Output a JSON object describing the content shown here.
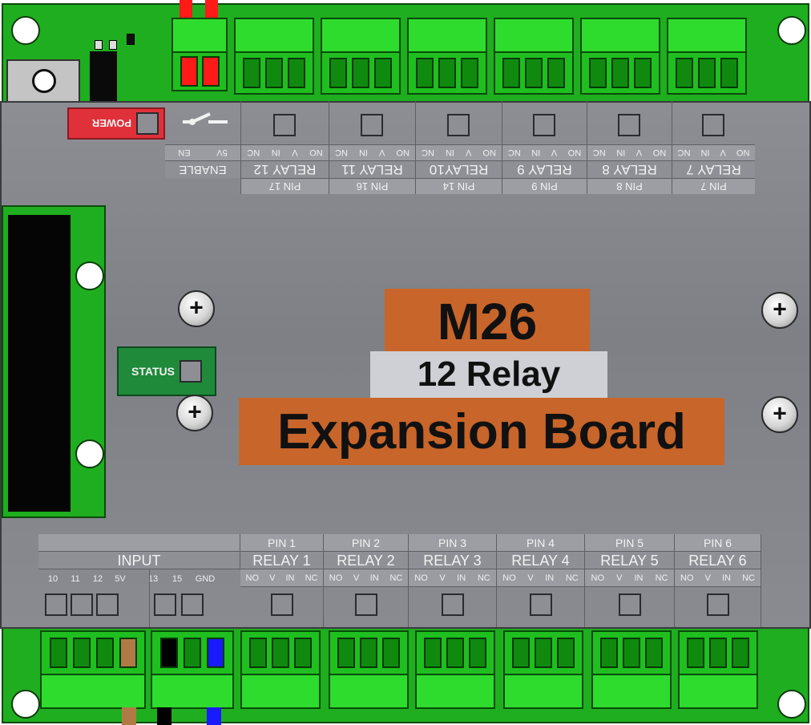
{
  "title_main": "M26",
  "title_sub": "12 Relay",
  "title_board": "Expansion Board",
  "power_label": "POWER",
  "status_label": "STATUS",
  "input_label": "INPUT",
  "enable_label": "ENABLE",
  "enable_pins": [
    "EN",
    "5V"
  ],
  "input_pins": [
    "10",
    "11",
    "12",
    "5V",
    "13",
    "15",
    "GND"
  ],
  "contact_labels": [
    "NO",
    "V",
    "IN",
    "NC"
  ],
  "bottom_relays": [
    {
      "pin": "PIN 1",
      "relay": "RELAY 1"
    },
    {
      "pin": "PIN 2",
      "relay": "RELAY 2"
    },
    {
      "pin": "PIN 3",
      "relay": "RELAY 3"
    },
    {
      "pin": "PIN 4",
      "relay": "RELAY 4"
    },
    {
      "pin": "PIN 5",
      "relay": "RELAY 5"
    },
    {
      "pin": "PIN 6",
      "relay": "RELAY 6"
    }
  ],
  "top_relays": [
    {
      "pin": "PIN 17",
      "relay": "RELAY 12"
    },
    {
      "pin": "PIN 16",
      "relay": "RELAY 11"
    },
    {
      "pin": "PIN 14",
      "relay": "RELAY10"
    },
    {
      "pin": "PIN 9",
      "relay": "RELAY 9"
    },
    {
      "pin": "PIN 8",
      "relay": "RELAY 8"
    },
    {
      "pin": "PIN 7",
      "relay": "RELAY 7"
    }
  ],
  "colors": {
    "pcb": "#1fae1f",
    "panel": "#85878c",
    "accent_orange": "#c8652a",
    "power_red": "#e0313b",
    "status_green": "#1f8a3a",
    "wire_red": "#ff1a1a",
    "wire_blue": "#1a1aff",
    "wire_brown": "#b07a45",
    "wire_black": "#000000"
  }
}
